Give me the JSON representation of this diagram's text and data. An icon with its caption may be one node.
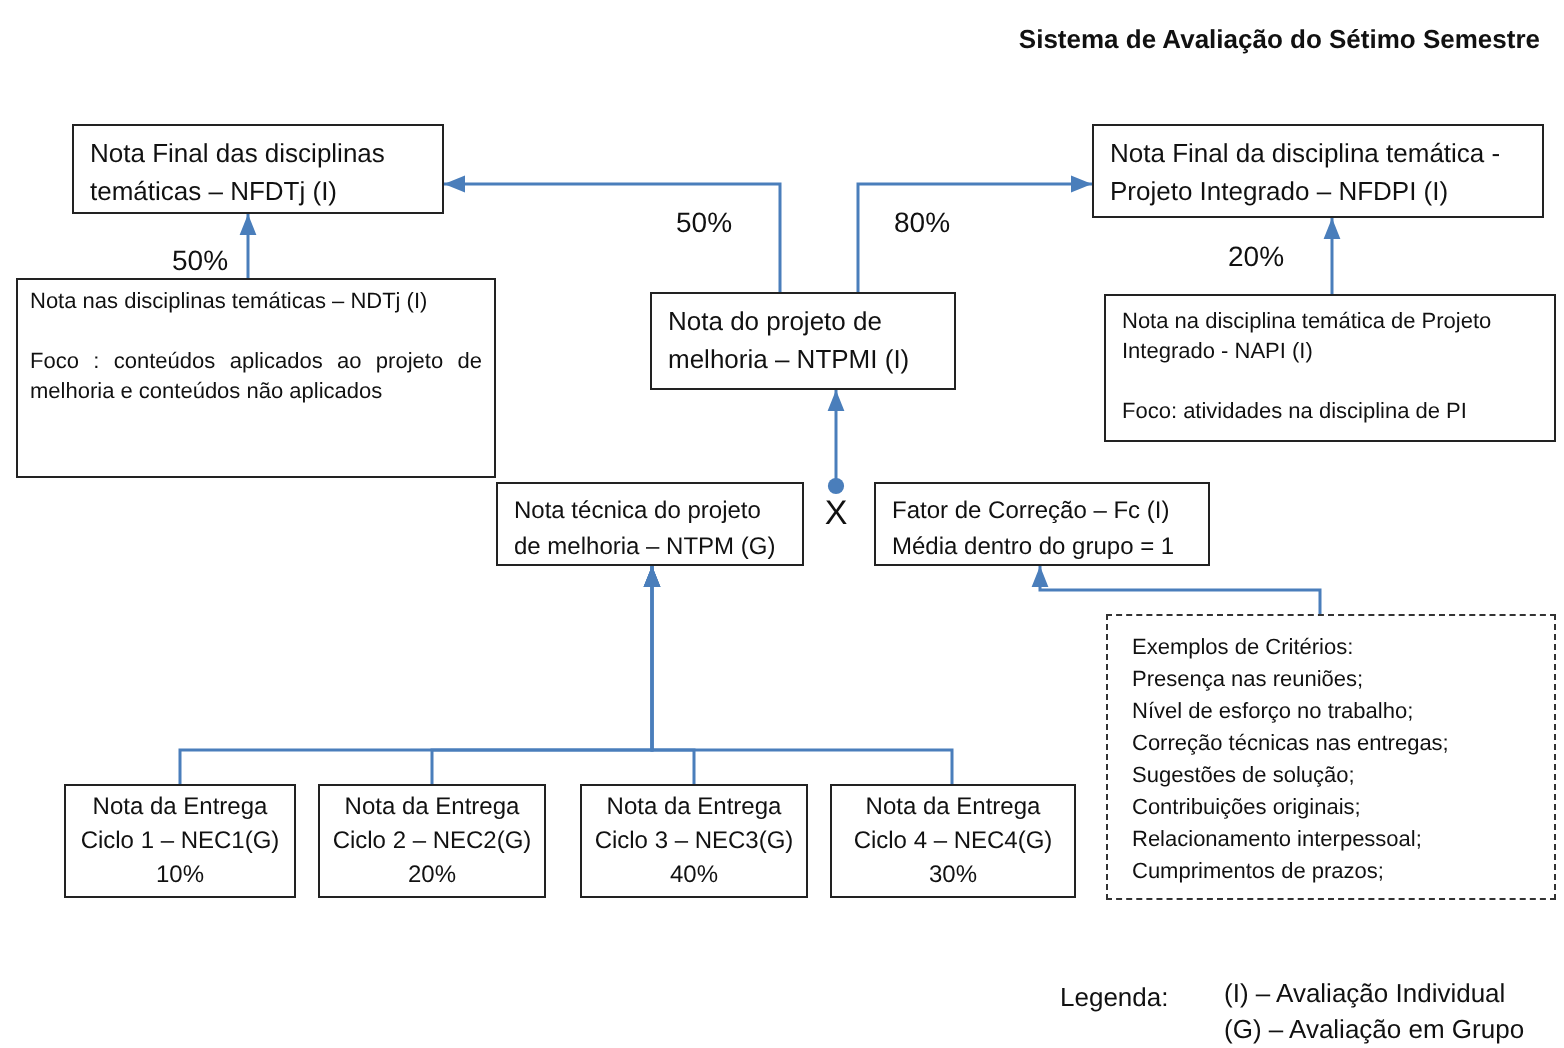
{
  "diagram": {
    "title": "Sistema de Avaliação do Sétimo Semestre",
    "nodes": [
      {
        "text": [
          "Nota Final das disciplinas temáticas – NFDTj (I)"
        ]
      },
      {
        "text": [
          "Nota nas disciplinas temáticas – NDTj (I)",
          "Foco : conteúdos aplicados ao projeto de melhoria e conteúdos não aplicados"
        ]
      },
      {
        "text": [
          "Nota do projeto de melhoria – NTPMI (I)"
        ]
      },
      {
        "text": [
          "Nota Final da disciplina temática - Projeto Integrado – NFDPI (I)"
        ]
      },
      {
        "text": [
          "Nota na disciplina temática de Projeto Integrado - NAPI (I)",
          "Foco: atividades na disciplina de PI"
        ]
      },
      {
        "text": [
          "Nota técnica do projeto de melhoria – NTPM (G)"
        ]
      },
      {
        "text": [
          "X"
        ]
      },
      {
        "text": [
          "Fator de Correção – Fc (I)",
          "Média dentro do grupo = 1"
        ]
      },
      {
        "text": [
          "Exemplos de Critérios:",
          "Presença nas reuniões;",
          "Nível de esforço no trabalho;",
          "Correção técnicas nas entregas;",
          "Sugestões de solução;",
          "Contribuições originais;",
          "Relacionamento interpessoal;",
          "Cumprimentos de prazos;"
        ]
      },
      {
        "text": [
          "Nota da Entrega Ciclo 1 – NEC1(G)",
          "10%"
        ]
      },
      {
        "text": [
          "Nota da Entrega Ciclo 2 – NEC2(G)",
          "20%"
        ]
      },
      {
        "text": [
          "Nota da Entrega Ciclo 3 – NEC3(G)",
          "40%"
        ]
      },
      {
        "text": [
          "Nota da Entrega Ciclo 4 – NEC4(G)",
          "30%"
        ]
      }
    ],
    "edges": [
      {
        "from": 1,
        "to": 0,
        "arrow": "to",
        "label": "50%"
      },
      {
        "from": 2,
        "to": 0,
        "arrow": "to",
        "label": "50%"
      },
      {
        "from": 2,
        "to": 3,
        "arrow": "to",
        "label": "80%"
      },
      {
        "from": 4,
        "to": 3,
        "arrow": "to",
        "label": "20%"
      },
      {
        "from": 6,
        "to": 2,
        "arrow": "to"
      },
      {
        "from": 9,
        "to": 5,
        "arrow": "to"
      },
      {
        "from": 10,
        "to": 5,
        "arrow": "to"
      },
      {
        "from": 11,
        "to": 5,
        "arrow": "to"
      },
      {
        "from": 12,
        "to": 5,
        "arrow": "to"
      },
      {
        "from": 8,
        "to": 7,
        "arrow": "to"
      }
    ],
    "labels": [
      "Legenda:"
    ],
    "legend": [
      {
        "text": "(I) – Avaliação Individual"
      },
      {
        "text": "(G) – Avaliação em Grupo"
      }
    ]
  }
}
